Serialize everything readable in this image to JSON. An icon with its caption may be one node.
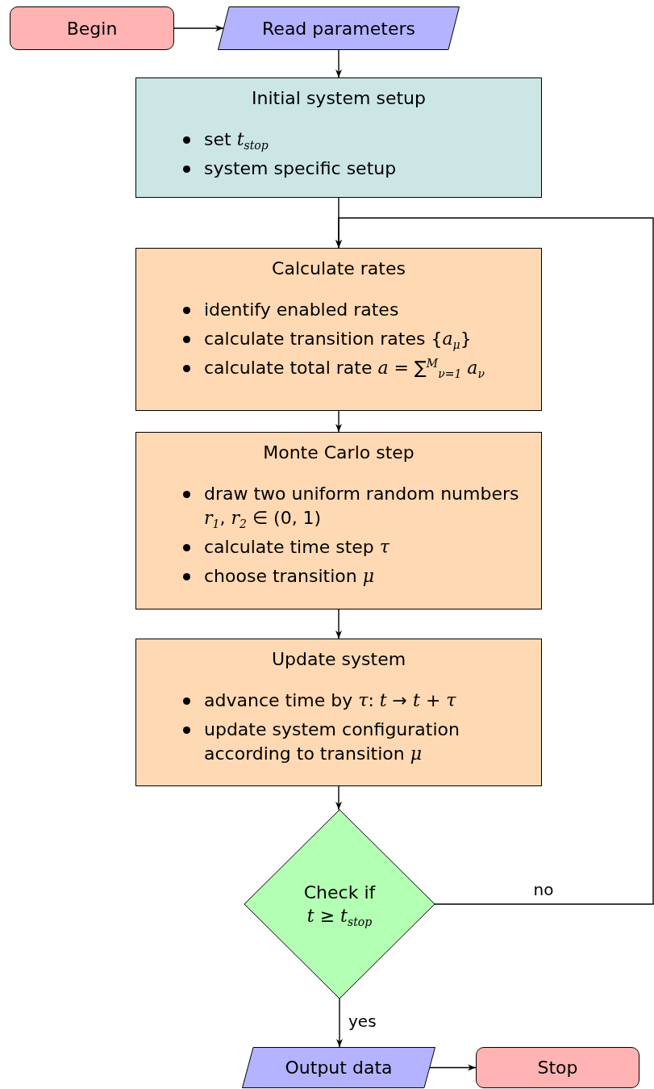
{
  "diagram": {
    "nodes": [
      {
        "text": [
          "Begin"
        ]
      },
      {
        "text": [
          "Read parameters"
        ]
      },
      {
        "text": [
          "Initial system setup",
          "set *t*$_{stop}$",
          "system specific setup"
        ]
      },
      {
        "text": [
          "Calculate rates",
          "identify enabled rates",
          "calculate transition rates {*a*$_{μ}$}",
          "calculate total rate *a* = ∑$^{M}$$_{ν=1}$ *a*$_{ν}$"
        ]
      },
      {
        "text": [
          "Monte Carlo step",
          "draw two uniform random numbers *r*$_{1}$, *r*$_{2}$ ∈ (0, 1)",
          "calculate time step *τ*",
          "choose transition *μ*"
        ]
      },
      {
        "text": [
          "Update system",
          "advance time by *τ*:  *t* → *t* + *τ*",
          "update system configuration according to transition *μ*"
        ]
      },
      {
        "text": [
          "Check if",
          "*t* ≥ *t*$_{stop}$"
        ]
      },
      {
        "text": [
          "Output data"
        ]
      },
      {
        "text": [
          "Stop"
        ]
      }
    ],
    "edges": [
      {
        "from": 0,
        "to": 1,
        "arrow": "to"
      },
      {
        "from": 1,
        "to": 2,
        "arrow": "to"
      },
      {
        "from": 2,
        "to": 3,
        "arrow": "to"
      },
      {
        "from": 3,
        "to": 4,
        "arrow": "to"
      },
      {
        "from": 4,
        "to": 5,
        "arrow": "to"
      },
      {
        "from": 5,
        "to": 6,
        "arrow": "to"
      },
      {
        "from": 6,
        "to": 7,
        "arrow": "to",
        "label": "yes"
      },
      {
        "from": 7,
        "to": 8,
        "arrow": "to"
      },
      {
        "from": 6,
        "to": 3,
        "arrow": "to",
        "label": "no"
      }
    ]
  }
}
